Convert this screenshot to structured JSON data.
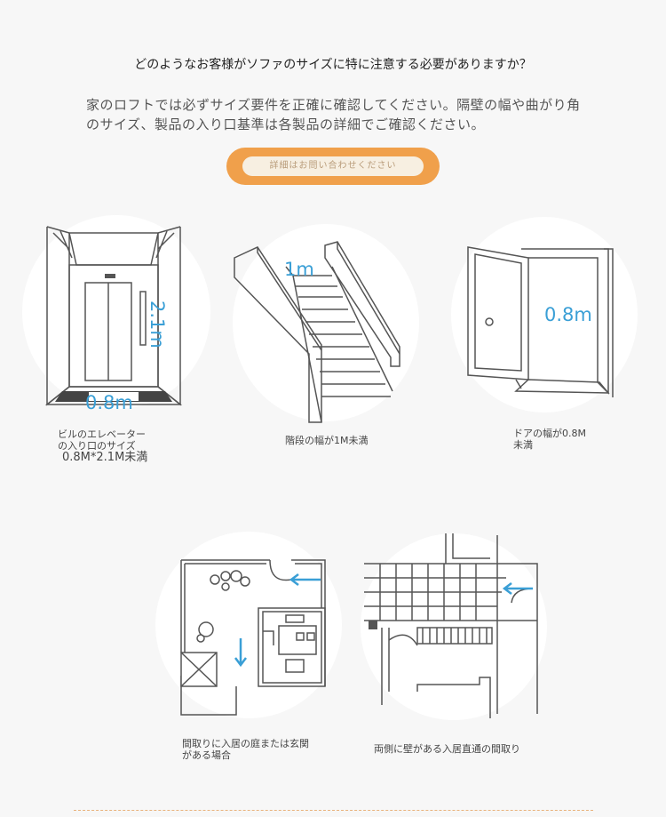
{
  "header": {
    "question": "どのようなお客様がソファのサイズに特に注意する必要がありますか？",
    "description": "家のロフトでは必ずサイズ要件を正確に確認してください。隔壁の幅や曲がり角のサイズ、製品の入り口基準は各製品の詳細でご確認ください。",
    "button_label": "詳細はお問い合わせください"
  },
  "accent_color": "#f0a04b",
  "measure_color": "#3a9fd6",
  "items": [
    {
      "label": "2.1m",
      "label2": "0.8m",
      "caption_line1": "ビルのエレベーター",
      "caption_line2": "の入り口のサイズ",
      "caption_line3": "0.8M*2.1M未満"
    },
    {
      "label": "1m",
      "caption_line1": "階段の幅が1M未満"
    },
    {
      "label": "0.8m",
      "caption_line1": "ドアの幅が0.8M",
      "caption_line2": "未満"
    },
    {
      "caption_line1": "間取りに入居の庭または玄関",
      "caption_line2": "がある場合"
    },
    {
      "caption_line1": "両側に壁がある入居直通の間取り"
    }
  ]
}
